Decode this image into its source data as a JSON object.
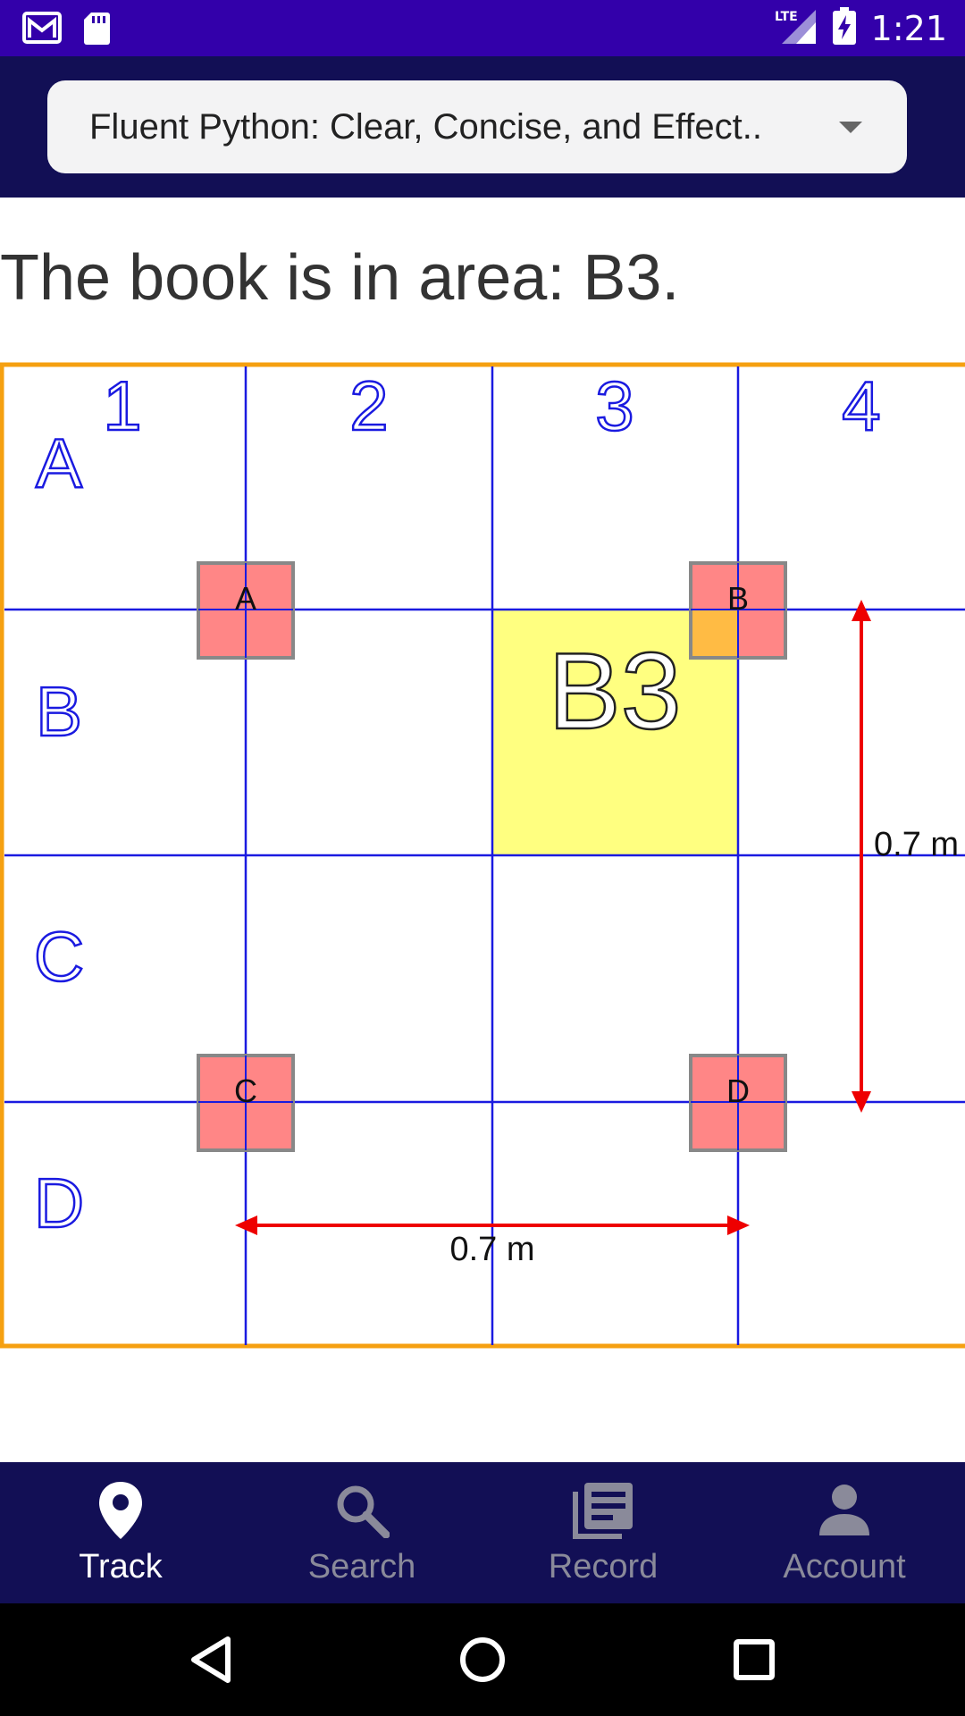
{
  "status_bar": {
    "time": "1:21",
    "network": "LTE",
    "icons": [
      "gmail-icon",
      "sd-card-icon",
      "lte-signal-icon",
      "battery-charging-icon"
    ]
  },
  "book_selector": {
    "selected": "Fluent Python: Clear, Concise, and Effect.."
  },
  "location": {
    "message": "The book is in area: B3."
  },
  "grid": {
    "columns": [
      "1",
      "2",
      "3",
      "4"
    ],
    "rows": [
      "A",
      "B",
      "C",
      "D"
    ],
    "highlight_label": "B3",
    "anchors": [
      "A",
      "B",
      "C",
      "D"
    ],
    "horizontal_distance": "0.7 m",
    "vertical_distance": "0.7 m",
    "colors": {
      "border": "#f5a011",
      "grid_line": "#1a1ae0",
      "highlight": "#ffff80",
      "anchor_fill": "#ff8080",
      "anchor_border": "#888888",
      "arrow": "#ee0000"
    }
  },
  "bottom_nav": {
    "items": [
      {
        "label": "Track",
        "icon": "location-pin-icon",
        "active": true
      },
      {
        "label": "Search",
        "icon": "search-icon",
        "active": false
      },
      {
        "label": "Record",
        "icon": "record-list-icon",
        "active": false
      },
      {
        "label": "Account",
        "icon": "account-icon",
        "active": false
      }
    ]
  },
  "system_nav": {
    "icons": [
      "back-icon",
      "home-icon",
      "recents-icon"
    ]
  }
}
